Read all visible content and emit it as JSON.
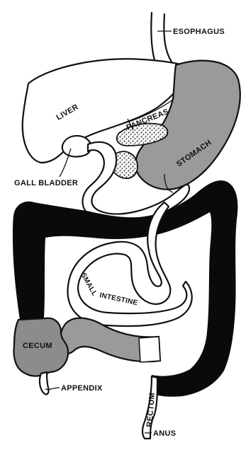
{
  "labels": {
    "esophagus": "ESOPHAGUS",
    "liver": "LIVER",
    "pancreas": "PANCREAS",
    "stomach": "STOMACH",
    "gall_bladder": "GALL BLADDER",
    "small_intestine_1": "SMALL",
    "small_intestine_2": "INTESTINE",
    "cecum": "CECUM",
    "appendix": "APPENDIX",
    "rectum": "RECTUM",
    "anus": "ANUS"
  },
  "colors": {
    "line": "#111111",
    "colon": "#0a0a0a",
    "stomach": "#9a9a9a",
    "cecum": "#8c8c8c",
    "paper": "#ffffff"
  }
}
